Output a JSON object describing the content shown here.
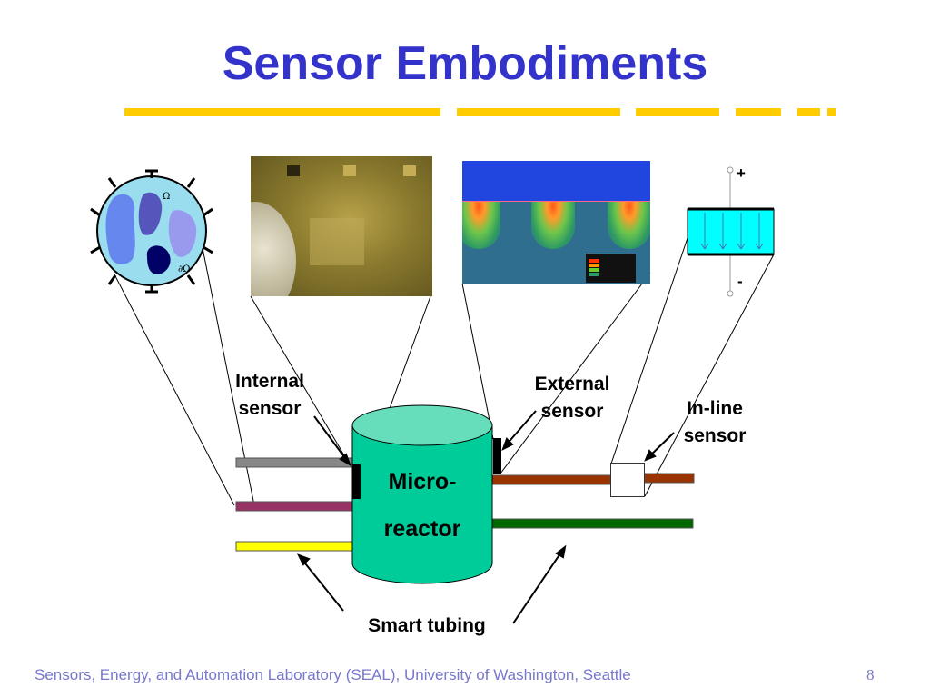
{
  "slide": {
    "title": "Sensor Embodiments",
    "footer": "Sensors, Energy, and Automation Laboratory (SEAL), University of Washington, Seattle",
    "page_number": "8"
  },
  "labels": {
    "internal_line1": "Internal",
    "internal_line2": "sensor",
    "external_line1": "External",
    "external_line2": "sensor",
    "inline_line1": "In-line",
    "inline_line2": "sensor",
    "reactor_line1": "Micro-",
    "reactor_line2": "reactor",
    "smart_tubing": "Smart tubing"
  },
  "tomography": {
    "omega": "Ω",
    "boundary": "∂Ω"
  },
  "electrode": {
    "plus": "+",
    "minus": "-"
  },
  "colors": {
    "title": "#3333cc",
    "accent_dashes": "#ffcc00",
    "reactor": "#00cc99",
    "footer": "#7777cc"
  }
}
